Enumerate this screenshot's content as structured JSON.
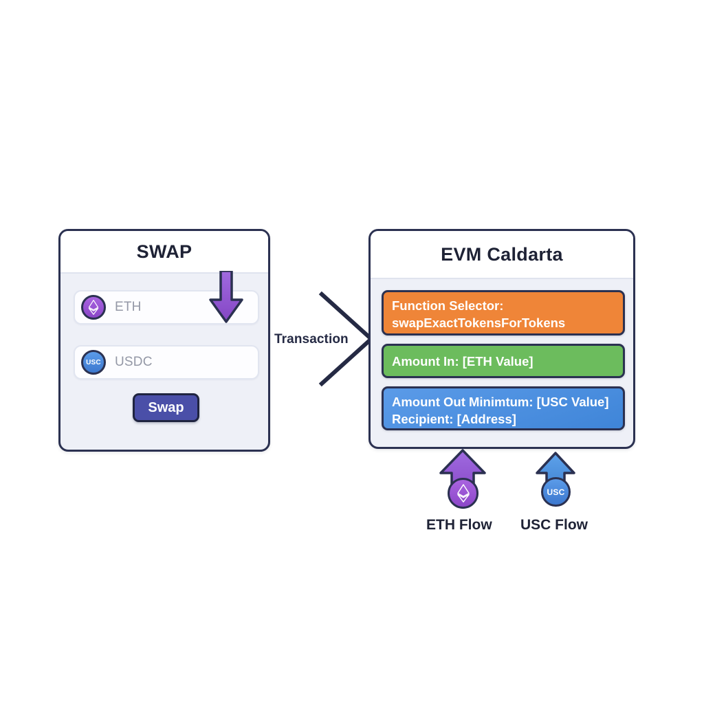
{
  "swap_panel": {
    "title": "SWAP",
    "rows": [
      {
        "badge_text": "ETH",
        "label": "ETH",
        "icon": "ethereum-diamond-icon"
      },
      {
        "badge_text": "USC",
        "label": "USDC",
        "icon": "usc-token-icon"
      }
    ],
    "button_label": "Swap",
    "arrow_icon": "arrow-down-icon",
    "colors": {
      "border": "#2b3151",
      "body": "#eef0f7",
      "button": "#4a4fa8",
      "arrow": "#9456d4"
    }
  },
  "connector": {
    "label": "Transaction",
    "icon": "arrow-right-outline-icon"
  },
  "evm_panel": {
    "title": "EVM Caldarta",
    "fields": [
      {
        "name": "function-selector",
        "lines": [
          "Function Selector:",
          "swapExactTokensForTokens"
        ],
        "color": "#ef8538"
      },
      {
        "name": "amount-in",
        "lines": [
          "Amount In: [ETH Value]"
        ],
        "color": "#6cbc5d"
      },
      {
        "name": "amount-out-recipient",
        "lines": [
          "Amount Out Minimtum: [USC Value]",
          "Recipient: [Address]"
        ],
        "color": "#4a8fdf"
      }
    ]
  },
  "flows": [
    {
      "name": "eth-flow",
      "caption": "ETH Flow",
      "badge_text": "ETH",
      "icon": "arrow-up-icon",
      "color": "#9456d4"
    },
    {
      "name": "usc-flow",
      "caption": "USC Flow",
      "badge_text": "USC",
      "icon": "arrow-up-icon",
      "color": "#4a8fdf"
    }
  ]
}
